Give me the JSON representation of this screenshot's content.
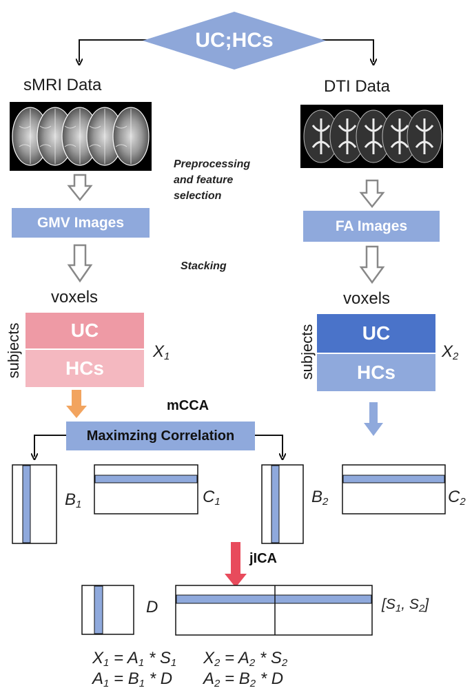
{
  "top": {
    "label": "UC;HCs"
  },
  "left": {
    "title": "sMRI Data",
    "image_label": "GMV Images",
    "voxels": "voxels",
    "subjects": "subjects",
    "row1": "UC",
    "row2": "HCs",
    "matrix_name": "X",
    "matrix_sub": "1"
  },
  "right": {
    "title": "DTI Data",
    "image_label": "FA Images",
    "voxels": "voxels",
    "subjects": "subjects",
    "row1": "UC",
    "row2": "HCs",
    "matrix_name": "X",
    "matrix_sub": "2"
  },
  "annotations": {
    "preprocessing": [
      "Preprocessing",
      "and feature",
      "selection"
    ],
    "stacking": "Stacking",
    "mcca": "mCCA",
    "maxcorr": "Maximzing Correlation",
    "jica": "jICA"
  },
  "matrices": {
    "b1": {
      "name": "B",
      "sub": "1"
    },
    "c1": {
      "name": "C",
      "sub": "1"
    },
    "b2": {
      "name": "B",
      "sub": "2"
    },
    "c2": {
      "name": "C",
      "sub": "2"
    },
    "d": {
      "name": "D"
    },
    "s": {
      "open": "[S",
      "s1": "1",
      "mid": ", S",
      "s2": "2",
      "close": "]"
    }
  },
  "equations": {
    "line1": [
      {
        "name": "X",
        "sub": "1",
        "eq": " = A",
        "sub2": "1",
        "op": " * S",
        "sub3": "1"
      },
      {
        "name": "X",
        "sub": "2",
        "eq": " = A",
        "sub2": "2",
        "op": " * S",
        "sub3": "2"
      }
    ],
    "line2": [
      {
        "name": "A",
        "sub": "1",
        "eq": " = B",
        "sub2": "1",
        "op": " * D"
      },
      {
        "name": "A",
        "sub": "2",
        "eq": " = B",
        "sub2": "2",
        "op": " * D"
      }
    ]
  },
  "colors": {
    "diamond": "#8ea7d9",
    "label_box": "#8fa9dc",
    "uc_pink": "#ee9aa5",
    "hcs_pink": "#f4b8c0",
    "uc_blue": "#4a73c9",
    "hcs_blue": "#8fa9dc",
    "orange_arrow": "#f2a45f",
    "blue_arrow": "#8fa9dc",
    "red_arrow": "#e84b5c",
    "stripe": "#8fa9dc"
  }
}
